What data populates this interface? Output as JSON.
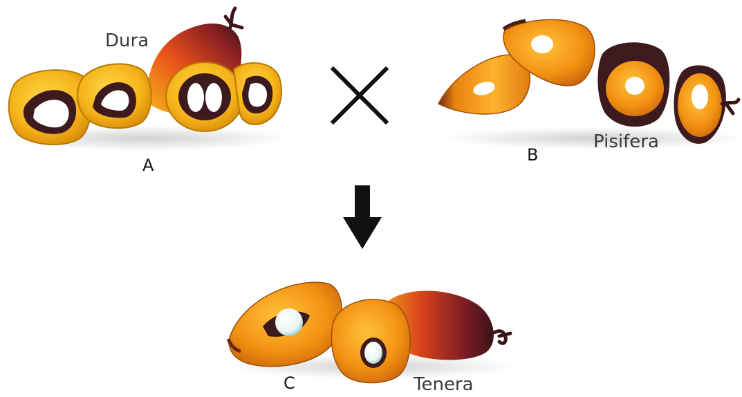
{
  "labels": {
    "dura": "Dura",
    "pisifera": "Pisifera",
    "tenera": "Tenera",
    "a": "A",
    "b": "B",
    "c": "C"
  },
  "icons": {
    "cross": "multiply-icon",
    "arrow": "arrow-down-icon"
  },
  "colors": {
    "mesocarp_yellow": "#f2b418",
    "mesocarp_orange": "#f08a12",
    "shell_dark": "#3d1a1e",
    "fruit_red": "#c0331e",
    "kernel_white": "#ffffff",
    "symbol_black": "#111111"
  }
}
